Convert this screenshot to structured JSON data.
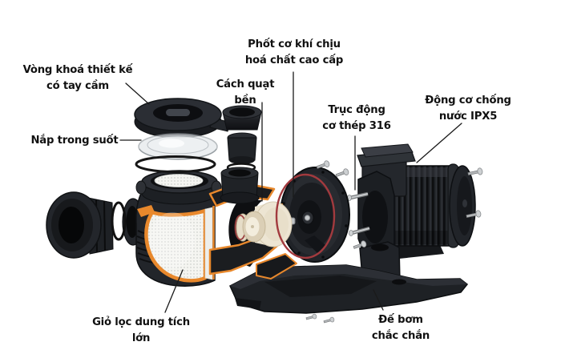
{
  "page": {
    "background": "#ffffff",
    "description": "Exploded-view diagram of a swimming pool water pump with Vietnamese part labels"
  },
  "colors": {
    "label_text": "#111111",
    "leader_line": "#1a1a1a",
    "part_black": "#202227",
    "cutaway_orange": "#e8882c",
    "seal_ring_red": "#a23a3e",
    "impeller_cream": "#ede5d3",
    "basket_mesh_white": "#f5f5f1"
  },
  "labels": [
    {
      "part": "lock-ring",
      "text": "Vòng khoá thiết kế\ncó tay cầm"
    },
    {
      "part": "transparent-lid",
      "text": "Nắp trong suốt"
    },
    {
      "part": "impeller",
      "text": "Cách quạt\nbền"
    },
    {
      "part": "mechanical-seal",
      "text": "Phốt cơ khí chịu\nhoá chất cao cấp"
    },
    {
      "part": "motor-shaft",
      "text": "Trục động\ncơ thép 316"
    },
    {
      "part": "motor",
      "text": "Động cơ chống\nnước IPX5"
    },
    {
      "part": "filter-basket",
      "text": "Giỏ lọc dung tích\nlớn"
    },
    {
      "part": "pump-base",
      "text": "Đế bơm\nchắc chắn"
    }
  ]
}
